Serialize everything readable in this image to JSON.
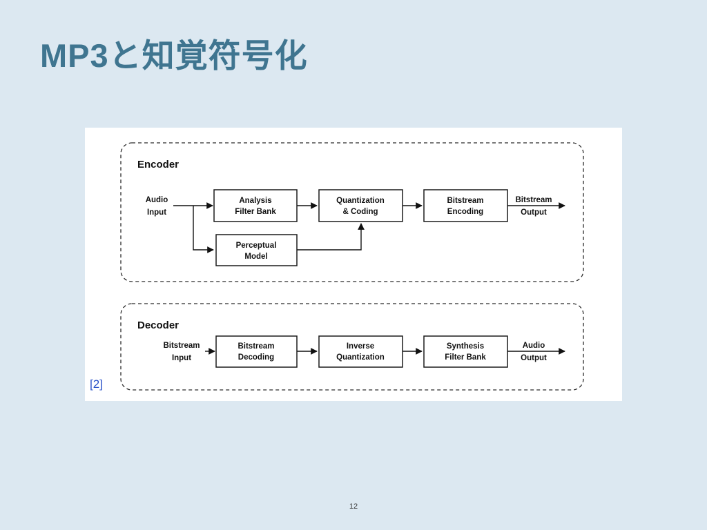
{
  "slide": {
    "title": "MP3と知覚符号化",
    "citation": "[2]",
    "page_number": "12"
  },
  "diagram": {
    "encoder": {
      "label": "Encoder",
      "input": {
        "line1": "Audio",
        "line2": "Input"
      },
      "output": {
        "line1": "Bitstream",
        "line2": "Output"
      },
      "boxes": [
        {
          "line1": "Analysis",
          "line2": "Filter Bank"
        },
        {
          "line1": "Quantization",
          "line2": "& Coding"
        },
        {
          "line1": "Bitstream",
          "line2": "Encoding"
        },
        {
          "line1": "Perceptual",
          "line2": "Model"
        }
      ]
    },
    "decoder": {
      "label": "Decoder",
      "input": {
        "line1": "Bitstream",
        "line2": "Input"
      },
      "output": {
        "line1": "Audio",
        "line2": "Output"
      },
      "boxes": [
        {
          "line1": "Bitstream",
          "line2": "Decoding"
        },
        {
          "line1": "Inverse",
          "line2": "Quantization"
        },
        {
          "line1": "Synthesis",
          "line2": "Filter Bank"
        }
      ]
    },
    "colors": {
      "slide_background": "#dce8f1",
      "title_text": "#3f7590",
      "citation_text": "#2a52c8",
      "diagram_stroke": "#111111",
      "panel_background": "#ffffff"
    }
  }
}
